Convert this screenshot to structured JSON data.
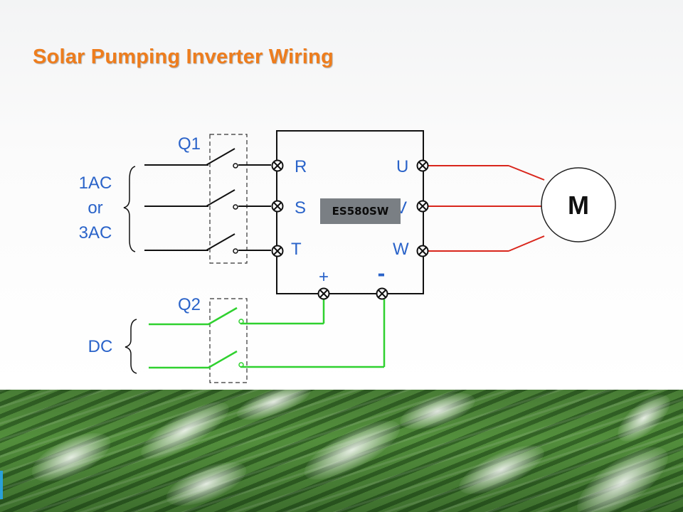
{
  "title": "Solar Pumping Inverter Wiring",
  "diagram": {
    "breaker_q1": "Q1",
    "breaker_q2": "Q2",
    "ac_input": {
      "line1": "1AC",
      "line2": "or",
      "line3": "3AC"
    },
    "dc_input": "DC",
    "input_terminals": [
      "R",
      "S",
      "T"
    ],
    "output_terminals": [
      "U",
      "V",
      "W"
    ],
    "dc_plus": "+",
    "dc_minus": "-",
    "model": "ES580SW",
    "motor": "M",
    "colors": {
      "ac_wire": "#000000",
      "output_wire": "#d9261c",
      "dc_wire": "#2fd12f",
      "label": "#2a63c9",
      "title": "#ee7d1d"
    }
  },
  "photo": {
    "icon": "irrigation-sprinkler-field-photo"
  }
}
